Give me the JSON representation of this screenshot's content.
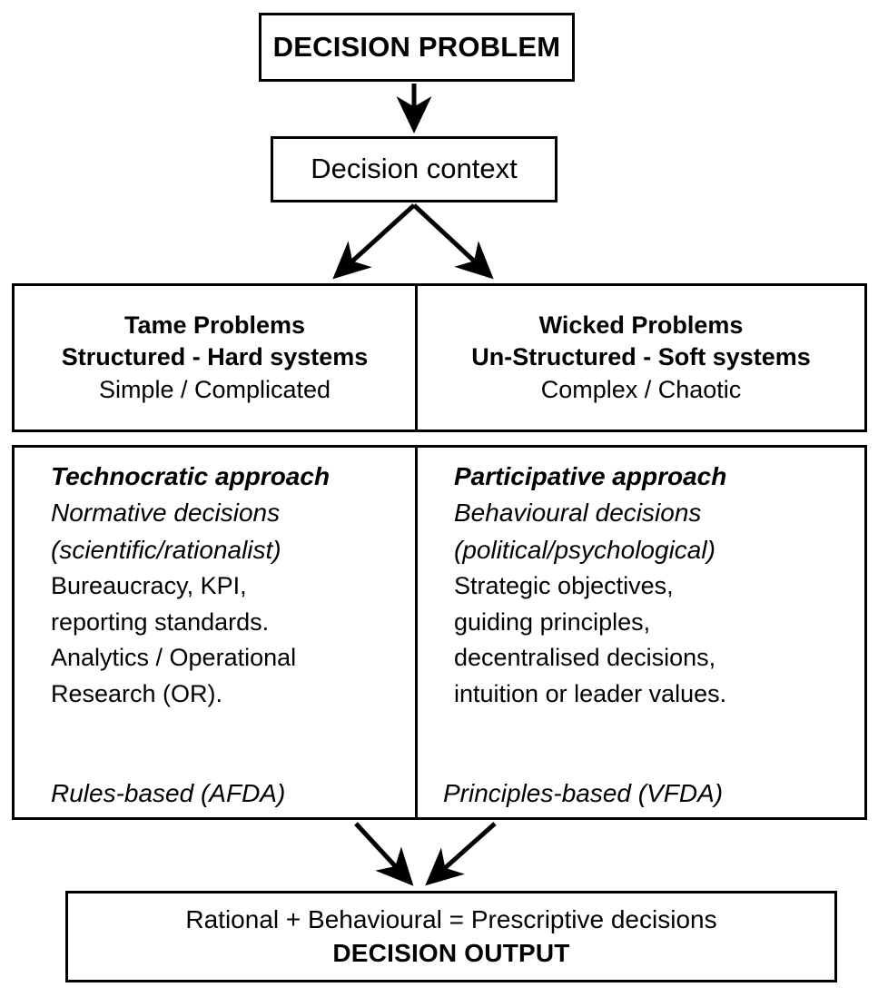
{
  "diagram": {
    "title": "DECISION PROBLEM",
    "context": "Decision context",
    "problem_types": [
      {
        "name": "tame",
        "line1": "Tame Problems",
        "line2": "Structured - Hard systems",
        "line3": "Simple / Complicated"
      },
      {
        "name": "wicked",
        "line1": "Wicked Problems",
        "line2": "Un-Structured - Soft systems",
        "line3": "Complex / Chaotic"
      }
    ],
    "approaches": [
      {
        "name": "technocratic",
        "heading": "Technocratic approach",
        "italic_lines": [
          "Normative decisions",
          "(scientific/rationalist)"
        ],
        "plain_lines": [
          "Bureaucracy, KPI,",
          "reporting standards.",
          "Analytics / Operational",
          "Research (OR)."
        ],
        "footer": "Rules-based (AFDA)"
      },
      {
        "name": "participative",
        "heading": "Participative approach",
        "italic_lines": [
          "Behavioural decisions",
          "(political/psychological)"
        ],
        "plain_lines": [
          "Strategic objectives,",
          "guiding principles,",
          "decentralised decisions,",
          "intuition or leader values."
        ],
        "footer": "Principles-based (VFDA)"
      }
    ],
    "output": {
      "line1": "Rational + Behavioural = Prescriptive decisions",
      "line2": "DECISION OUTPUT"
    },
    "colors": {
      "stroke": "#000000",
      "background": "#ffffff",
      "text": "#000000"
    }
  }
}
